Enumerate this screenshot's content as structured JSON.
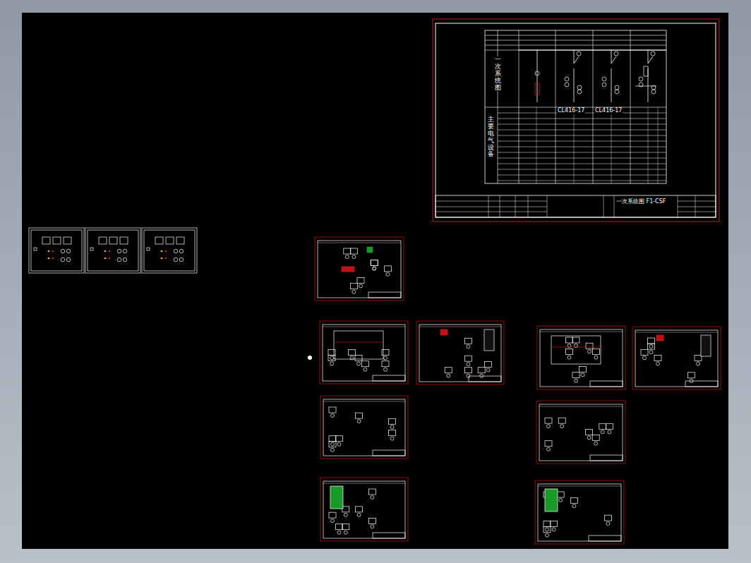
{
  "diagram": {
    "labels": [
      "一次系统图",
      "主要电气设备",
      "一次系统图 F1-CSF",
      "CL416-17",
      "CL416-17"
    ]
  }
}
